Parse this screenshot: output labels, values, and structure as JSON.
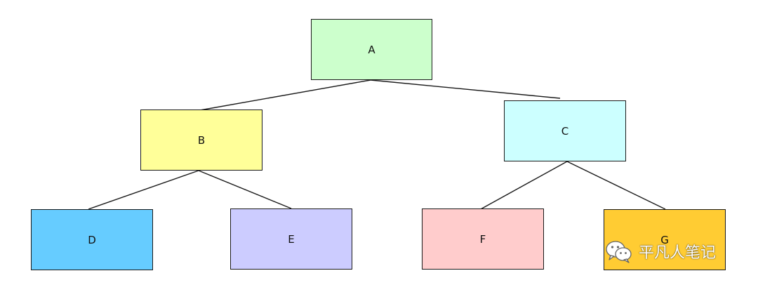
{
  "nodes": {
    "a": {
      "label": "A",
      "color": "#ccffcc"
    },
    "b": {
      "label": "B",
      "color": "#ffff99"
    },
    "c": {
      "label": "C",
      "color": "#ccffff"
    },
    "d": {
      "label": "D",
      "color": "#66ccff"
    },
    "e": {
      "label": "E",
      "color": "#ccccff"
    },
    "f": {
      "label": "F",
      "color": "#ffcccc"
    },
    "g": {
      "label": "G",
      "color": "#ffcc33"
    }
  },
  "edges": [
    [
      "a",
      "b"
    ],
    [
      "a",
      "c"
    ],
    [
      "b",
      "d"
    ],
    [
      "b",
      "e"
    ],
    [
      "c",
      "f"
    ],
    [
      "c",
      "g"
    ]
  ],
  "watermark": {
    "text": "平凡人笔记",
    "icon": "wechat-icon"
  }
}
